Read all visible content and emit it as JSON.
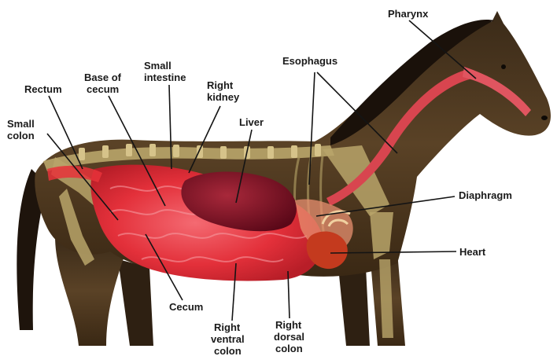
{
  "labels": {
    "pharynx": "Pharynx",
    "esophagus": "Esophagus",
    "small_intestine_1": "Small",
    "small_intestine_2": "intestine",
    "base_of_cecum_1": "Base of",
    "base_of_cecum_2": "cecum",
    "rectum": "Rectum",
    "right_kidney_1": "Right",
    "right_kidney_2": "kidney",
    "small_colon_1": "Small",
    "small_colon_2": "colon",
    "liver": "Liver",
    "diaphragm": "Diaphragm",
    "heart": "Heart",
    "cecum": "Cecum",
    "right_ventral_colon_1": "Right",
    "right_ventral_colon_2": "ventral",
    "right_ventral_colon_3": "colon",
    "right_dorsal_colon_1": "Right",
    "right_dorsal_colon_2": "dorsal",
    "right_dorsal_colon_3": "colon"
  },
  "colors": {
    "body": "#4a3520",
    "body_dark": "#2a1c10",
    "bone": "#b9a56a",
    "intestine": "#e8323a",
    "intestine_light": "#f3707a",
    "liver": "#7a1020",
    "esophagus": "#d8454f",
    "heart": "#c43a1e"
  }
}
